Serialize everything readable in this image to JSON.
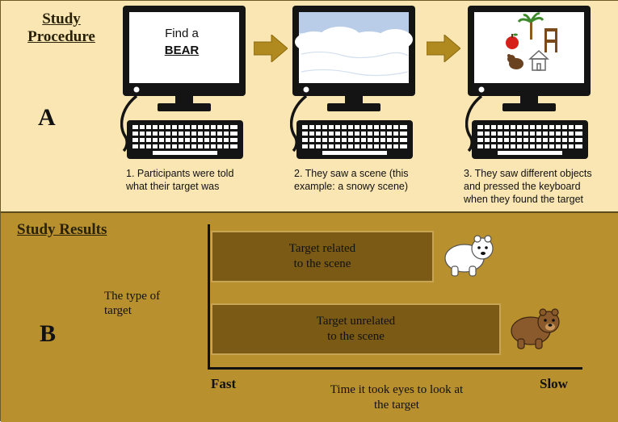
{
  "panel_a": {
    "title_line1": "Study",
    "title_line2": "Procedure",
    "letter": "A",
    "step1": {
      "screen_line1": "Find a",
      "screen_line2": "BEAR",
      "caption_line1": "1. Participants were told",
      "caption_line2": "what their target was"
    },
    "step2": {
      "caption_line1": "2. They saw a scene (this",
      "caption_line2": "example: a snowy scene)"
    },
    "step3": {
      "caption_line1": "3. They saw different objects",
      "caption_line2": "and pressed the keyboard",
      "caption_line3": "when they found the target"
    }
  },
  "panel_b": {
    "title": "Study Results",
    "letter": "B",
    "y_label_line1": "The type of",
    "y_label_line2": "target",
    "bars": [
      {
        "label_line1": "Target related",
        "label_line2": "to the scene",
        "value": 0.6
      },
      {
        "label_line1": "Target unrelated",
        "label_line2": "to the scene",
        "value": 0.78
      }
    ],
    "x_min_label": "Fast",
    "x_max_label": "Slow",
    "x_label_line1": "Time it took eyes to look at",
    "x_label_line2": "the target"
  },
  "colors": {
    "panel_a_bg": "#f9e6b3",
    "panel_b_bg": "#b8902e",
    "bar_fill": "#7a5a14",
    "arrow": "#b08a1e"
  }
}
